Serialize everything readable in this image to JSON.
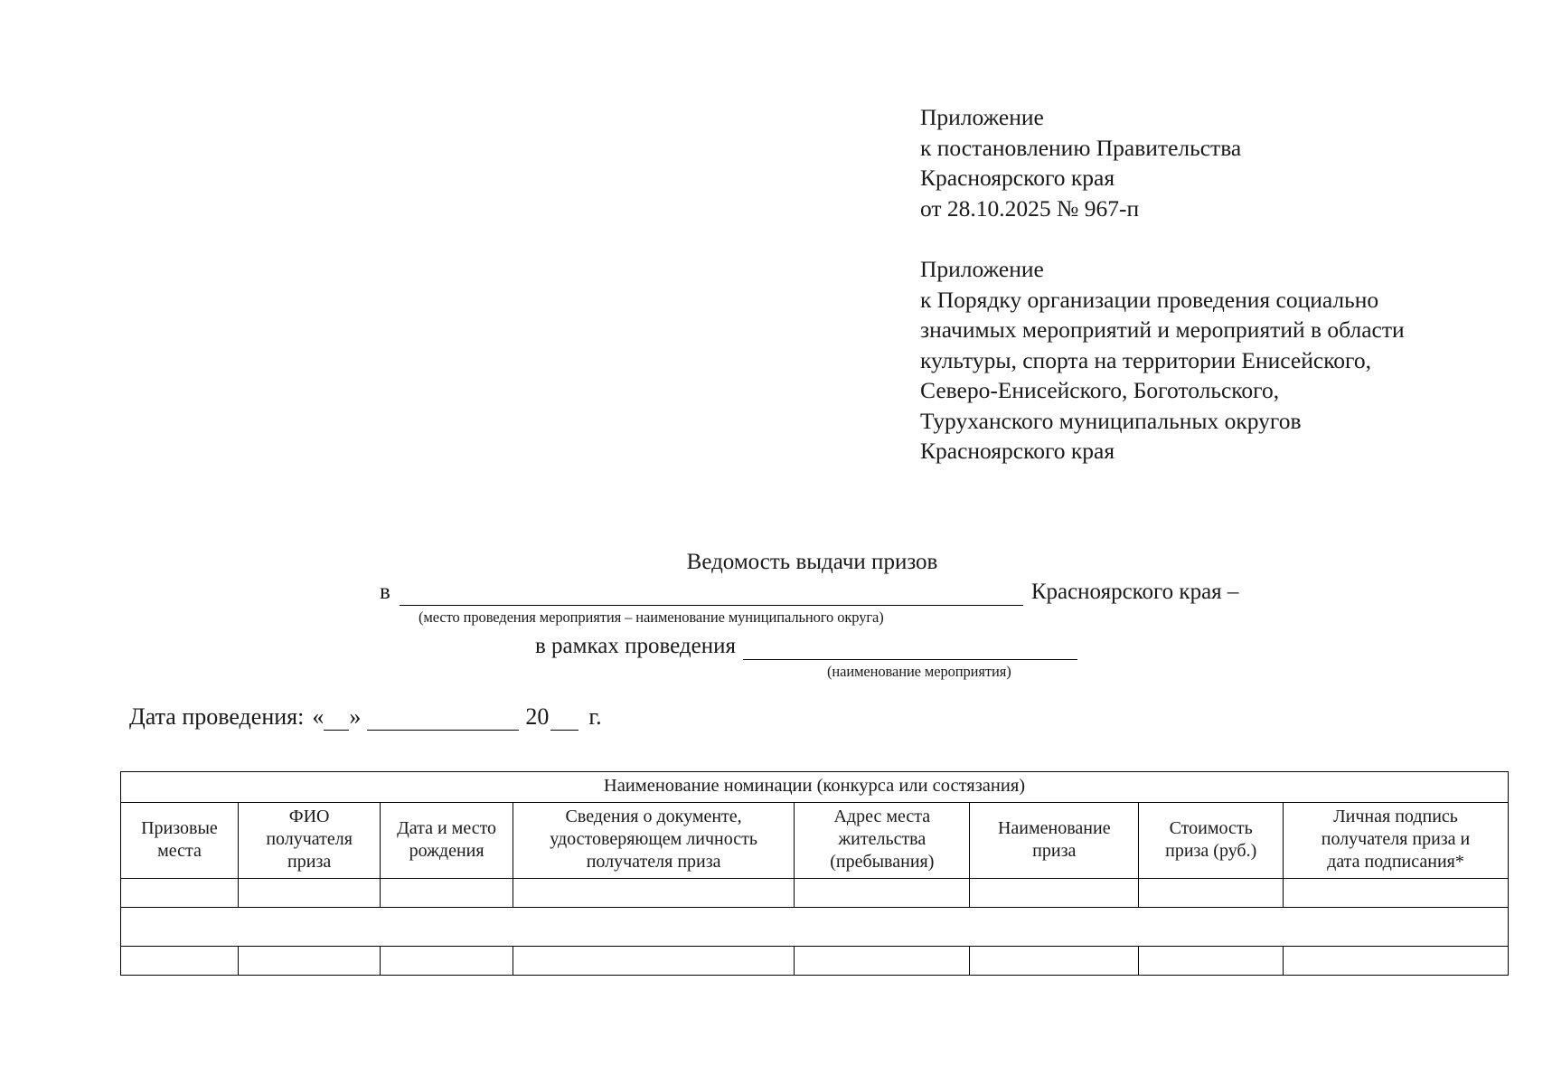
{
  "appendix_1": {
    "lines": [
      "Приложение",
      "к постановлению Правительства",
      "Красноярского края",
      "от 28.10.2025 № 967-п"
    ]
  },
  "appendix_2": {
    "lines": [
      "Приложение",
      "к Порядку организации проведения социально",
      "значимых мероприятий и мероприятий в области",
      "культуры, спорта на территории Енисейского,",
      "Северо-Енисейского, Боготольского,",
      "Туруханского муниципальных округов",
      "Красноярского края"
    ]
  },
  "document": {
    "title": "Ведомость выдачи призов",
    "place_row": {
      "label": "в",
      "blank_value": "",
      "tail": "Красноярского края –",
      "caption": "(место проведения мероприятия – наименование муниципального округа)"
    },
    "event_row": {
      "label": "в рамках проведения",
      "blank_value": "",
      "caption": "(наименование мероприятия)"
    },
    "date_row": {
      "label": "Дата проведения:",
      "quote_open": "«",
      "day_value": "",
      "quote_close": "»",
      "month_value": "",
      "year_prefix": "20",
      "year_value": "",
      "year_suffix": "г."
    }
  },
  "table": {
    "nomination_header": "Наименование номинации (конкурса или состязания)",
    "columns": [
      "Призовые места",
      "ФИО получателя приза",
      "Дата и место рождения",
      "Сведения о документе, удостоверяющем личность получателя приза",
      "Адрес места жительства (пребывания)",
      "Наименование приза",
      "Стоимость приза (руб.)",
      "Личная подпись получателя приза и дата подписания*"
    ],
    "columns_lines": [
      [
        "Призовые",
        "места"
      ],
      [
        "ФИО",
        "получателя",
        "приза"
      ],
      [
        "Дата и место",
        "рождения"
      ],
      [
        "Сведения о документе,",
        "удостоверяющем личность",
        "получателя приза"
      ],
      [
        "Адрес места",
        "жительства",
        "(пребывания)"
      ],
      [
        "Наименование",
        "приза"
      ],
      [
        "Стоимость",
        "приза (руб.)"
      ],
      [
        "Личная подпись",
        "получателя приза и",
        "дата подписания*"
      ]
    ],
    "rows": [
      {
        "type": "divided",
        "height": "thin",
        "cells": [
          "",
          "",
          "",
          "",
          "",
          "",
          "",
          ""
        ]
      },
      {
        "type": "merged",
        "height": "tall",
        "cells": [
          ""
        ]
      },
      {
        "type": "divided",
        "height": "thin",
        "cells": [
          "",
          "",
          "",
          "",
          "",
          "",
          "",
          ""
        ]
      }
    ]
  }
}
